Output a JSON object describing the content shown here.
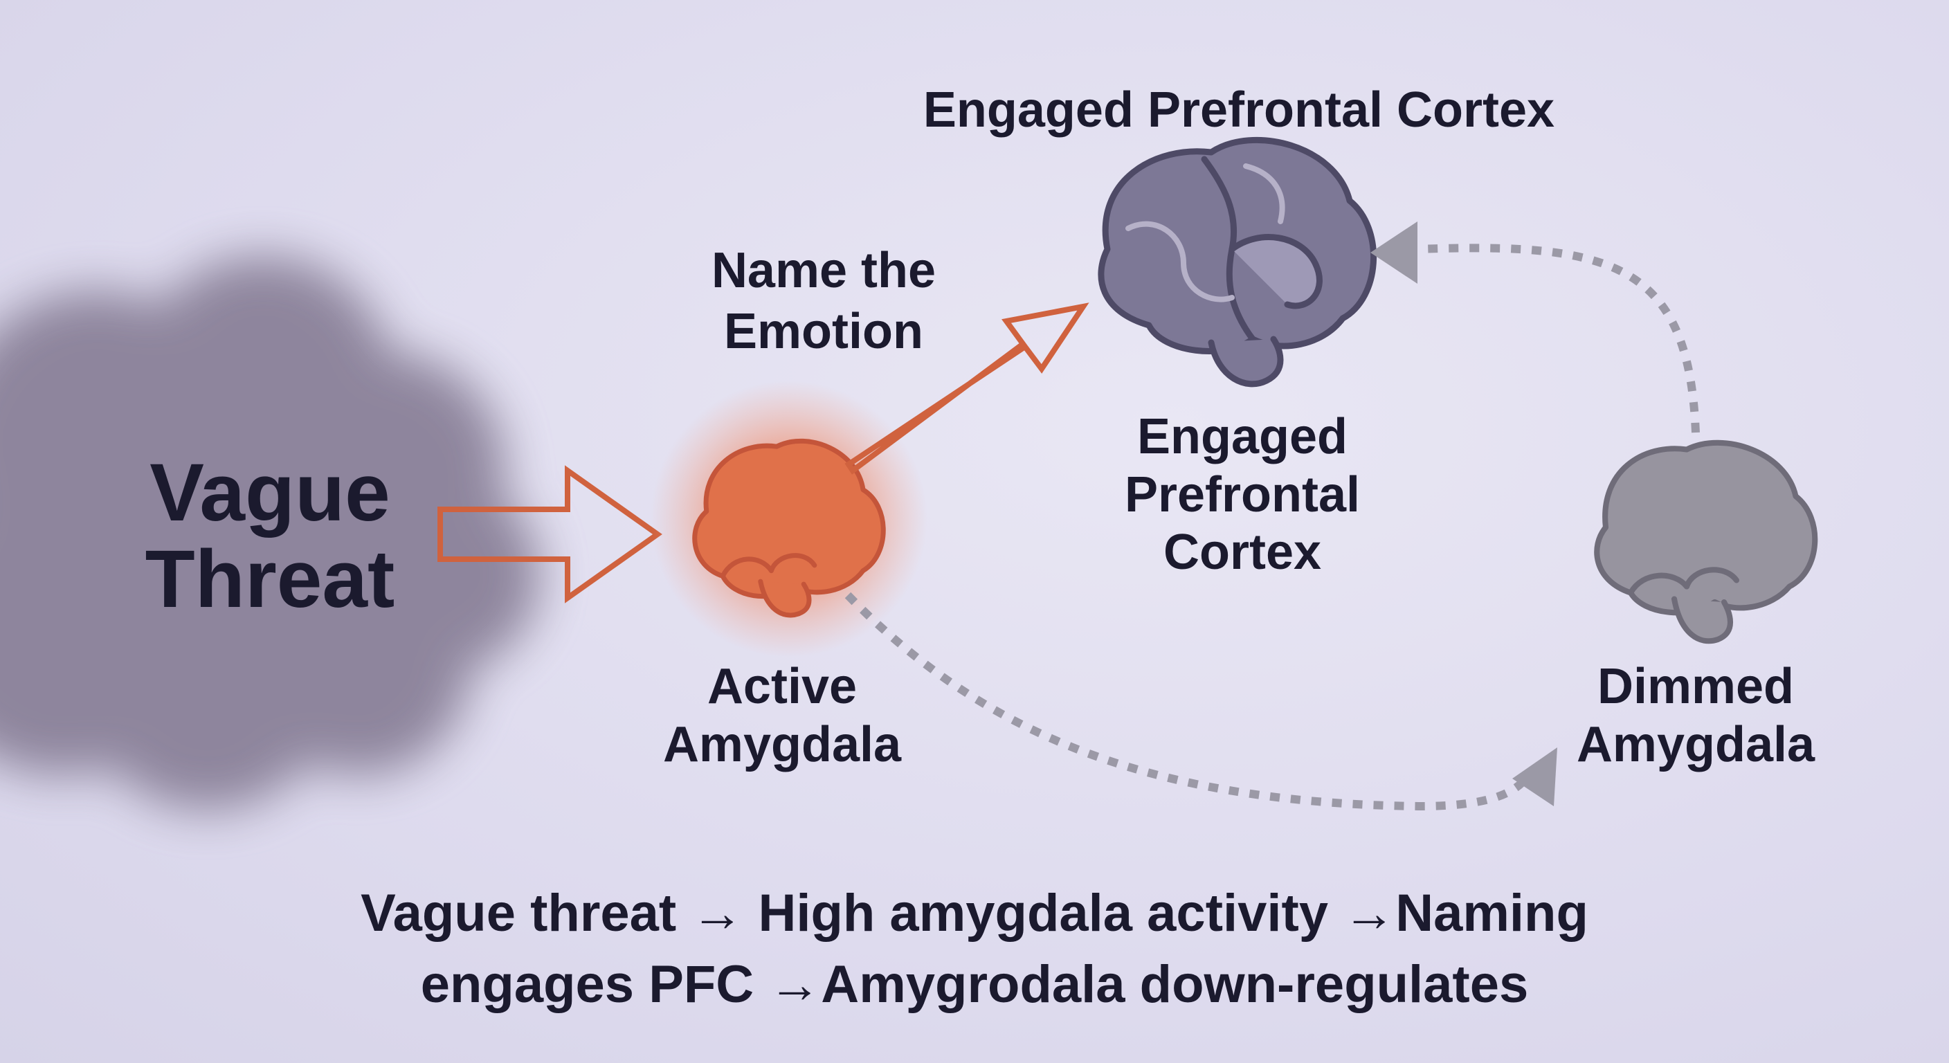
{
  "title": "Engaged Prefrontal Cortex",
  "nodes": {
    "threat": {
      "label": "Vague\nThreat"
    },
    "naming": {
      "label": "Name the\nEmotion"
    },
    "pfc": {
      "label": "Engaged\nPrefrontal\nCortex"
    },
    "active_amygdala": {
      "label": "Active\nAmygdala"
    },
    "dimmed_amygdala": {
      "label": "Dimmed\nAmygdala"
    }
  },
  "summary": "Vague threat → High amygdala activity →Naming\nengages PFC →Amygrodala down-regulates",
  "colors": {
    "background": "#e2e0f0",
    "cloud": "#8a8199",
    "active_orange": "#e0714a",
    "arrow_orange": "#d0623e",
    "pfc_purple": "#7d7896",
    "dimmed_gray": "#97949f",
    "dotted_gray": "#9b99a6",
    "text_dark": "#1b1a2e"
  },
  "icons": {
    "threat": "cloud-shape",
    "active_amygdala": "brain-icon",
    "pfc": "brain-icon",
    "dimmed_amygdala": "brain-icon"
  }
}
